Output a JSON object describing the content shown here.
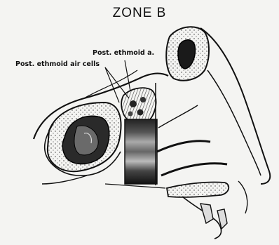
{
  "figure": {
    "title": "ZONE B",
    "labels": {
      "post_ethmoid_artery": "Post. ethmoid a.",
      "post_ethmoid_air_cells": "Post. ethmoid air cells"
    }
  }
}
